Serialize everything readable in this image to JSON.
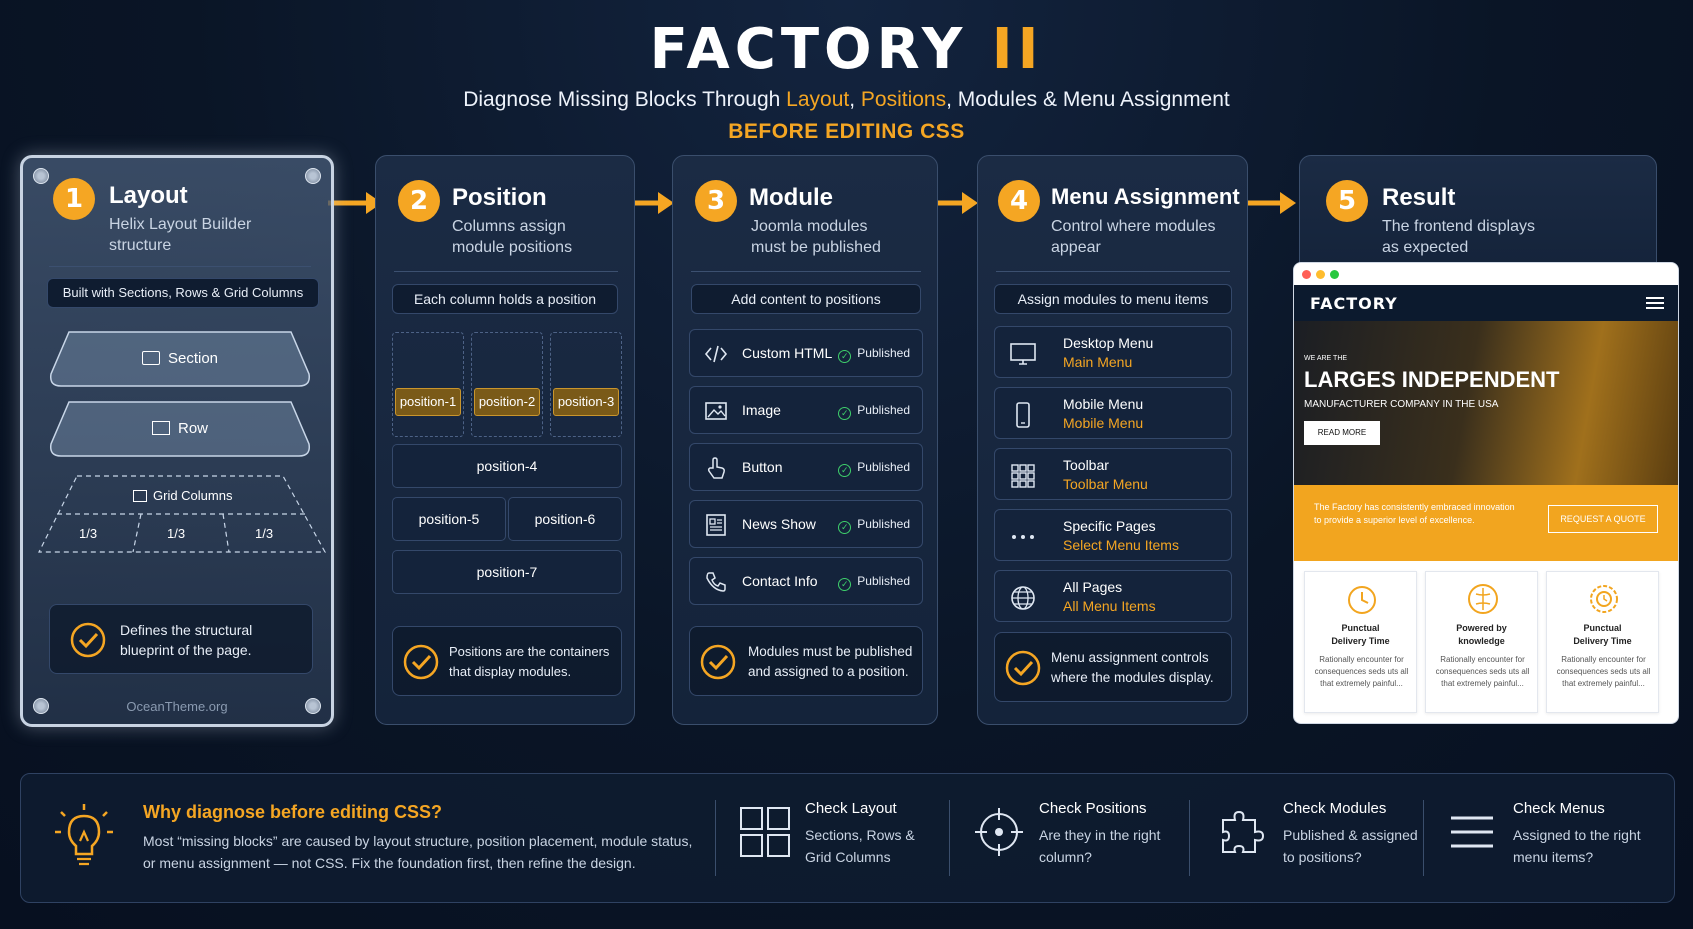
{
  "header": {
    "brand": "FACTORY",
    "brand_accent": "II",
    "subtitle_pre": "Diagnose Missing Blocks Through ",
    "subtitle_layout": "Layout",
    "subtitle_comma": ", ",
    "subtitle_positions": "Positions",
    "subtitle_post": ", Modules & Menu Assignment",
    "warning": "BEFORE EDITING CSS"
  },
  "colors": {
    "accent": "#f5a623",
    "background": "#0a1526",
    "card": "#1b2b44",
    "published": "#3ecf6b"
  },
  "steps": {
    "layout": {
      "num": "1",
      "title": "Layout",
      "desc1": "Helix Layout Builder",
      "desc2": "structure",
      "pill": "Built with Sections, Rows & Grid Columns",
      "section": "Section",
      "row": "Row",
      "grid": "Grid Columns",
      "cols": [
        "1/3",
        "1/3",
        "1/3"
      ],
      "foot1": "Defines the structural",
      "foot2": "blueprint of the page.",
      "watermark": "OceanTheme.org"
    },
    "position": {
      "num": "2",
      "title": "Position",
      "desc1": "Columns assign",
      "desc2": "module positions",
      "pill": "Each column holds a position",
      "tags": [
        "position-1",
        "position-2",
        "position-3"
      ],
      "p4": "position-4",
      "p5": "position-5",
      "p6": "position-6",
      "p7": "position-7",
      "foot1": "Positions are the containers",
      "foot2": "that display modules."
    },
    "module": {
      "num": "3",
      "title": "Module",
      "desc1": "Joomla modules",
      "desc2": "must be published",
      "pill": "Add content to positions",
      "items": [
        {
          "name": "Custom HTML",
          "status": "Published",
          "icon": "code-icon"
        },
        {
          "name": "Image",
          "status": "Published",
          "icon": "image-icon"
        },
        {
          "name": "Button",
          "status": "Published",
          "icon": "pointer-icon"
        },
        {
          "name": "News Show",
          "status": "Published",
          "icon": "news-icon"
        },
        {
          "name": "Contact Info",
          "status": "Published",
          "icon": "phone-icon"
        }
      ],
      "foot1": "Modules must be published",
      "foot2": "and assigned to a position."
    },
    "menu": {
      "num": "4",
      "title": "Menu Assignment",
      "desc1": "Control where modules",
      "desc2": "appear",
      "pill": "Assign modules to menu items",
      "items": [
        {
          "name": "Desktop Menu",
          "sub": "Main Menu",
          "icon": "desktop-icon"
        },
        {
          "name": "Mobile Menu",
          "sub": "Mobile Menu",
          "icon": "mobile-icon"
        },
        {
          "name": "Toolbar",
          "sub": "Toolbar Menu",
          "icon": "grid-icon"
        },
        {
          "name": "Specific Pages",
          "sub": "Select Menu Items",
          "icon": "dots-icon"
        },
        {
          "name": "All Pages",
          "sub": "All Menu Items",
          "icon": "globe-icon"
        }
      ],
      "foot1": "Menu assignment controls",
      "foot2": "where the modules display."
    },
    "result": {
      "num": "5",
      "title": "Result",
      "desc1": "The frontend displays",
      "desc2": "as expected",
      "site": {
        "logo": "FACTORY",
        "pre": "WE ARE THE",
        "headline": "LARGES INDEPENDENT",
        "sub": "MANUFACTURER COMPANY IN THE USA",
        "cta": "READ MORE",
        "band_text": "The Factory has consistently embraced innovation to provide a superior level of excellence.",
        "quote": "REQUEST A QUOTE",
        "features": [
          {
            "t1": "Punctual",
            "t2": "Delivery Time",
            "d": "Rationally encounter for consequences seds uts all that extremely painful..."
          },
          {
            "t1": "Powered by",
            "t2": "knowledge",
            "d": "Rationally encounter for consequences seds uts all that extremely painful..."
          },
          {
            "t1": "Punctual",
            "t2": "Delivery Time",
            "d": "Rationally encounter for consequences seds uts all that extremely painful..."
          }
        ]
      }
    }
  },
  "bottom": {
    "why_title": "Why diagnose before editing CSS?",
    "why_line1": "Most “missing blocks” are caused by layout structure, position placement, module status,",
    "why_line2": "or menu assignment — not CSS. Fix the foundation first, then refine the design.",
    "checks": [
      {
        "title": "Check Layout",
        "desc1": "Sections, Rows &",
        "desc2": "Grid Columns"
      },
      {
        "title": "Check Positions",
        "desc1": "Are they in the right",
        "desc2": "column?"
      },
      {
        "title": "Check Modules",
        "desc1": "Published & assigned",
        "desc2": "to positions?"
      },
      {
        "title": "Check Menus",
        "desc1": "Assigned to the right",
        "desc2": "menu items?"
      }
    ]
  }
}
